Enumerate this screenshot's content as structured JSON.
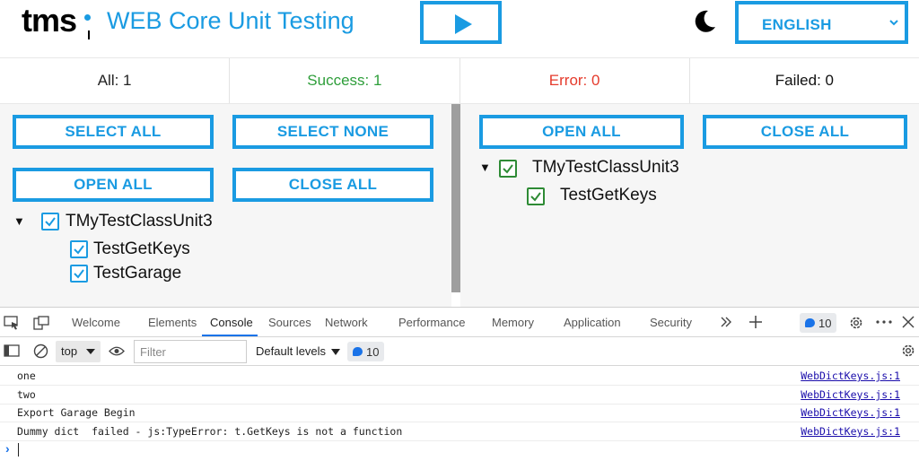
{
  "header": {
    "logo_text": "tms",
    "title": "WEB Core Unit Testing",
    "language": "ENGLISH"
  },
  "stats": {
    "all": "All: 1",
    "success": "Success: 1",
    "error": "Error: 0",
    "failed": "Failed: 0"
  },
  "left_panel": {
    "select_all": "SELECT ALL",
    "select_none": "SELECT NONE",
    "open_all": "OPEN ALL",
    "close_all": "CLOSE ALL",
    "tree": {
      "class_name": "TMyTestClassUnit3",
      "tests": [
        "TestGetKeys",
        "TestGarage"
      ]
    }
  },
  "right_panel": {
    "open_all": "OPEN ALL",
    "close_all": "CLOSE ALL",
    "tree": {
      "class_name": "TMyTestClassUnit3",
      "tests": [
        "TestGetKeys"
      ]
    }
  },
  "devtools": {
    "tabs": [
      "Welcome",
      "Elements",
      "Console",
      "Sources",
      "Network",
      "Performance",
      "Memory",
      "Application",
      "Security"
    ],
    "active_tab": "Console",
    "issues_count": "10",
    "context": "top",
    "filter_placeholder": "Filter",
    "levels": "Default levels",
    "toolbar_issues_count": "10",
    "logs": [
      {
        "msg": "one",
        "src": "WebDictKeys.js:1"
      },
      {
        "msg": "two",
        "src": "WebDictKeys.js:1"
      },
      {
        "msg": "Export Garage Begin",
        "src": "WebDictKeys.js:1"
      },
      {
        "msg": "Dummy dict  failed - js:TypeError: t.GetKeys is not a function",
        "src": "WebDictKeys.js:1"
      }
    ],
    "prompt": "›"
  },
  "colors": {
    "accent": "#1a9be2",
    "success": "#2e9e3a",
    "error": "#e53b2c"
  }
}
